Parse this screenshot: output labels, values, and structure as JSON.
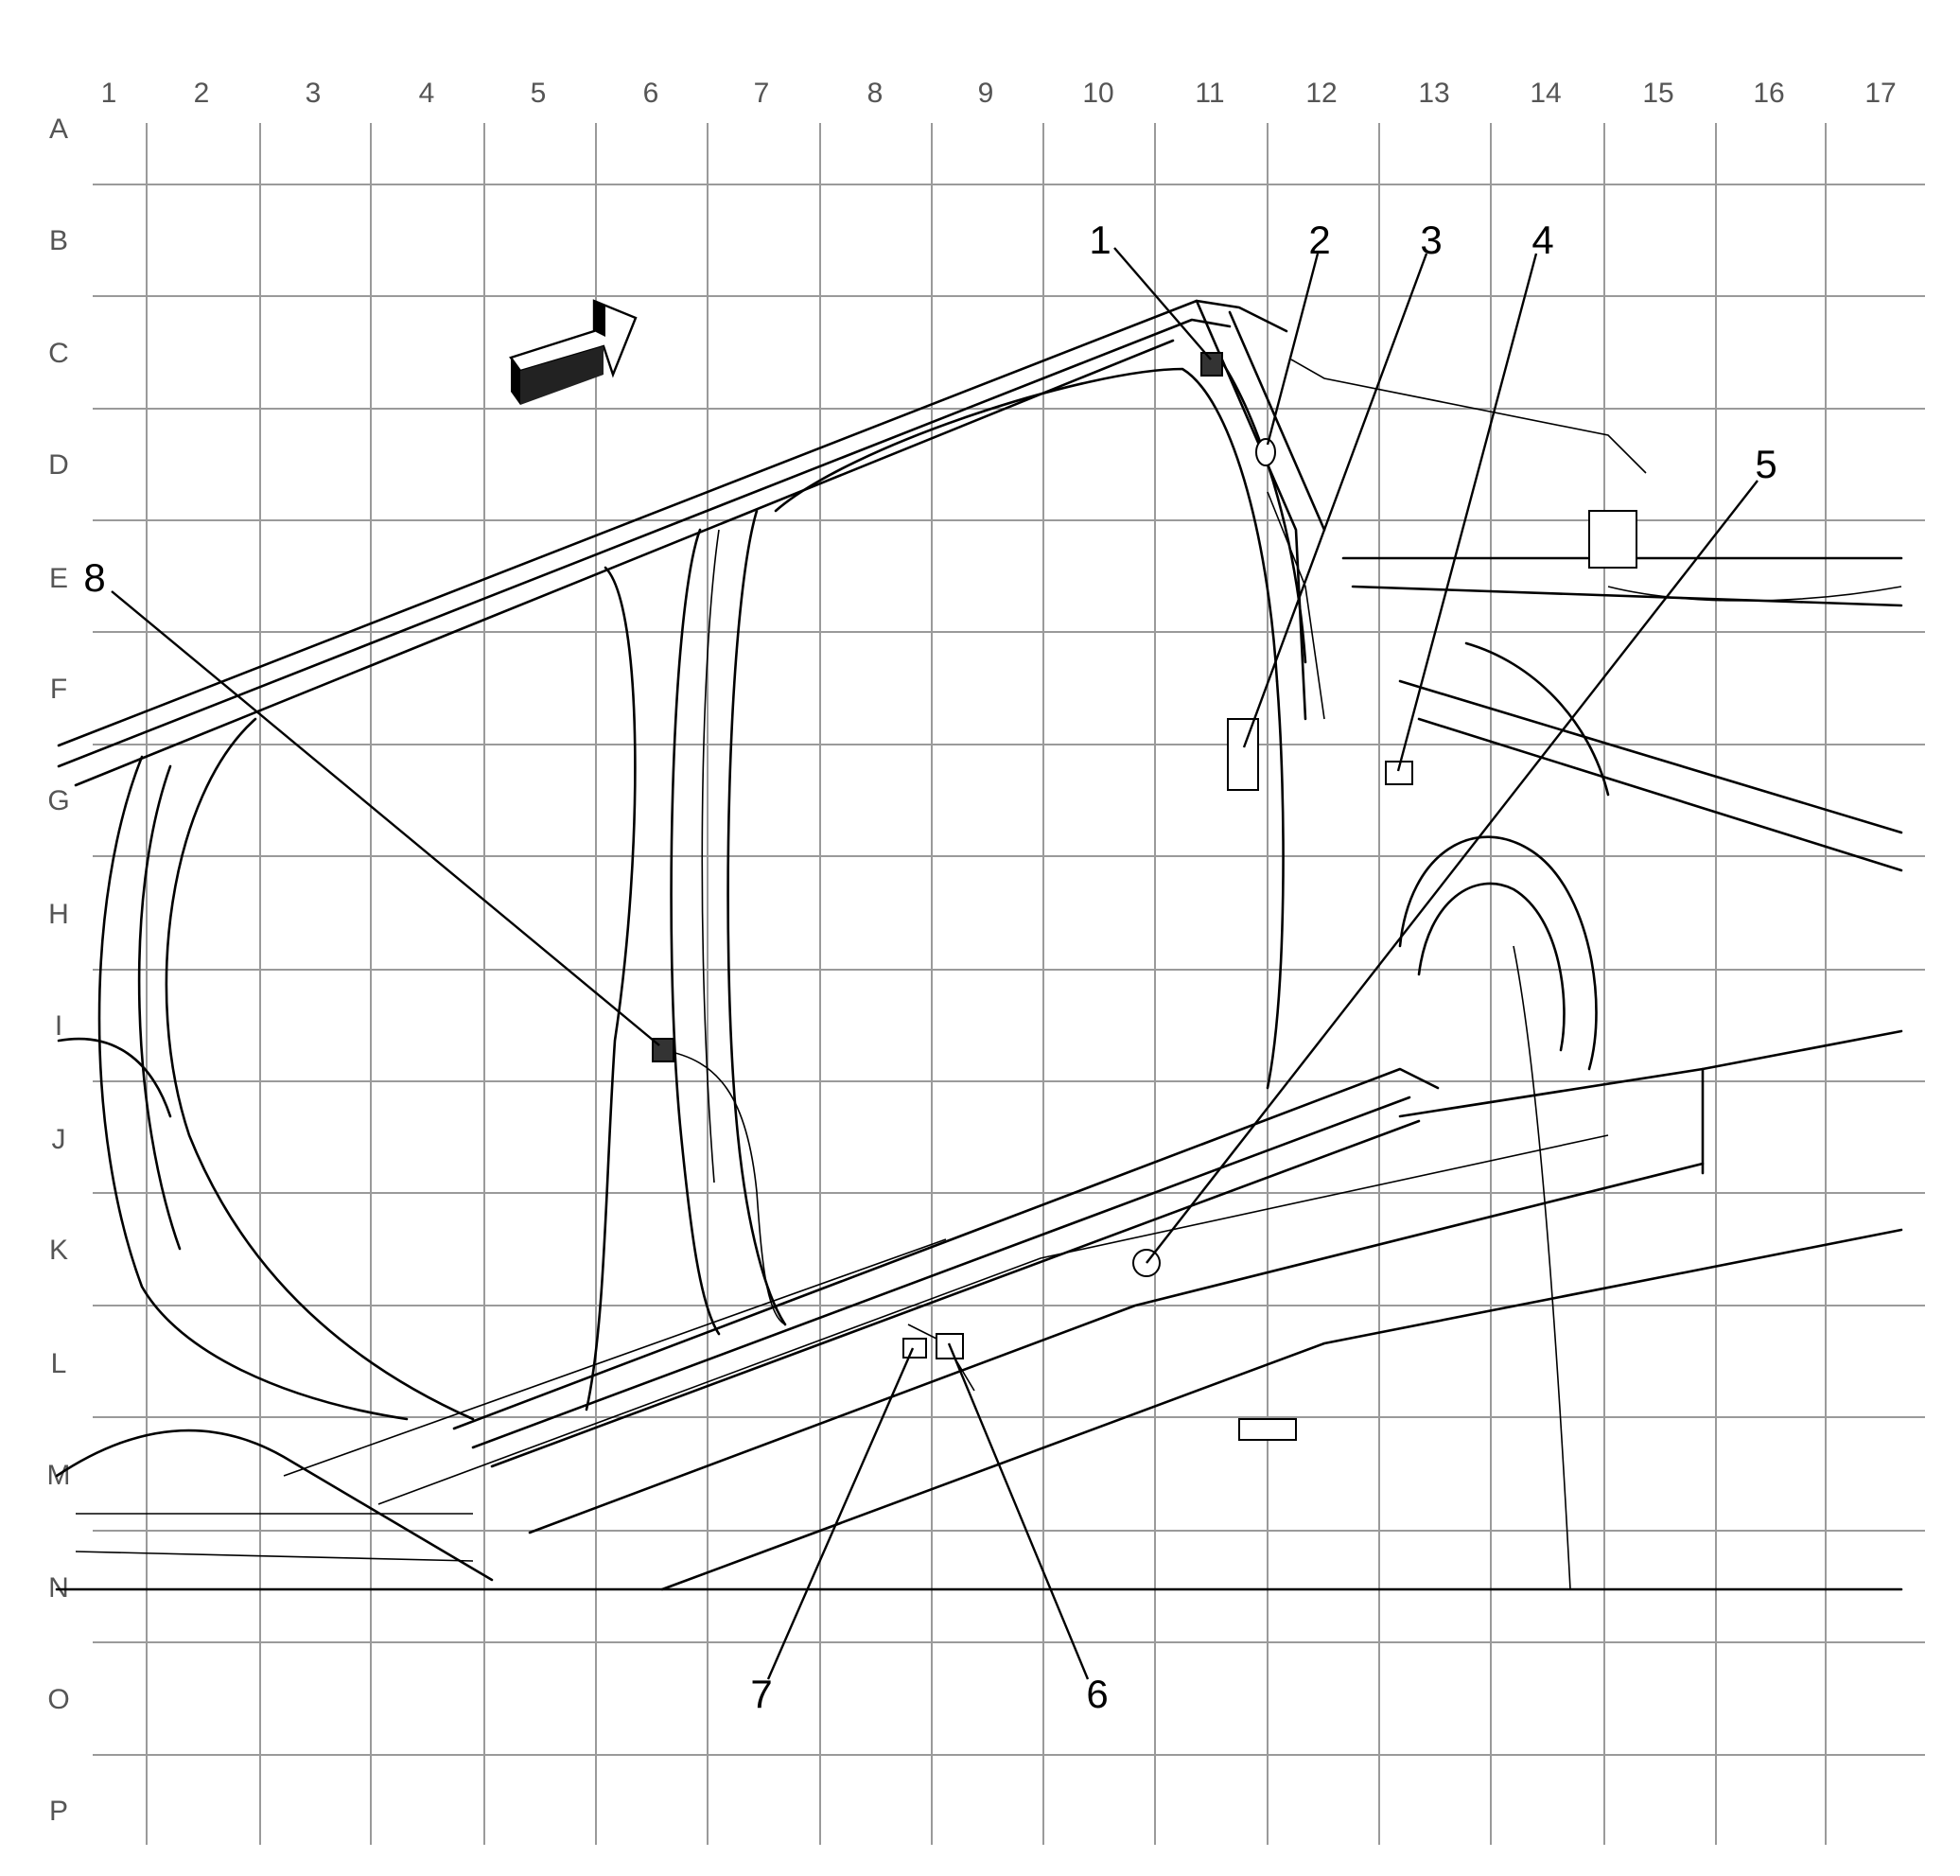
{
  "grid": {
    "columns": [
      "1",
      "2",
      "3",
      "4",
      "5",
      "6",
      "7",
      "8",
      "9",
      "10",
      "11",
      "12",
      "13",
      "14",
      "15",
      "16",
      "17"
    ],
    "rows": [
      "A",
      "B",
      "C",
      "D",
      "E",
      "F",
      "G",
      "H",
      "I",
      "J",
      "K",
      "L",
      "M",
      "N",
      "O",
      "P"
    ]
  },
  "callouts": [
    {
      "label": "1"
    },
    {
      "label": "2"
    },
    {
      "label": "3"
    },
    {
      "label": "4"
    },
    {
      "label": "5"
    },
    {
      "label": "6"
    },
    {
      "label": "7"
    },
    {
      "label": "8"
    }
  ],
  "icons": {
    "orientation_arrow": "front-direction-arrow-icon"
  }
}
